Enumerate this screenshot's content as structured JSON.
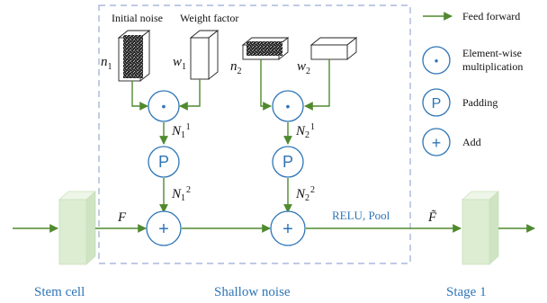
{
  "labels": {
    "initial_noise": "Initial noise",
    "weight_factor": "Weight factor",
    "n1": "n",
    "n1_sub": "1",
    "w1": "w",
    "w1_sub": "1",
    "n2": "n",
    "n2_sub": "2",
    "w2": "w",
    "w2_sub": "2",
    "N11": "N",
    "N11_sub": "1",
    "N11_sup": "1",
    "N12": "N",
    "N12_sub": "1",
    "N12_sup": "2",
    "N21": "N",
    "N21_sub": "2",
    "N21_sup": "1",
    "N22": "N",
    "N22_sub": "2",
    "N22_sup": "2",
    "F": "F",
    "F_tilde": "F̃",
    "relu_pool": "RELU, Pool",
    "stem_cell": "Stem cell",
    "shallow_noise": "Shallow noise",
    "stage1": "Stage 1"
  },
  "ops": {
    "multiply_symbol": "•",
    "padding_symbol": "P",
    "add_symbol": "+"
  },
  "legend": {
    "feed_forward": "Feed forward",
    "elementwise_line1": "Element-wise",
    "elementwise_line2": "multiplication",
    "padding": "Padding",
    "add": "Add"
  },
  "colors": {
    "arrow": "#4f8a2e",
    "operator": "#2e75b6",
    "cell_fill": "#dcedd2",
    "dashed_box": "#9aaad6"
  }
}
